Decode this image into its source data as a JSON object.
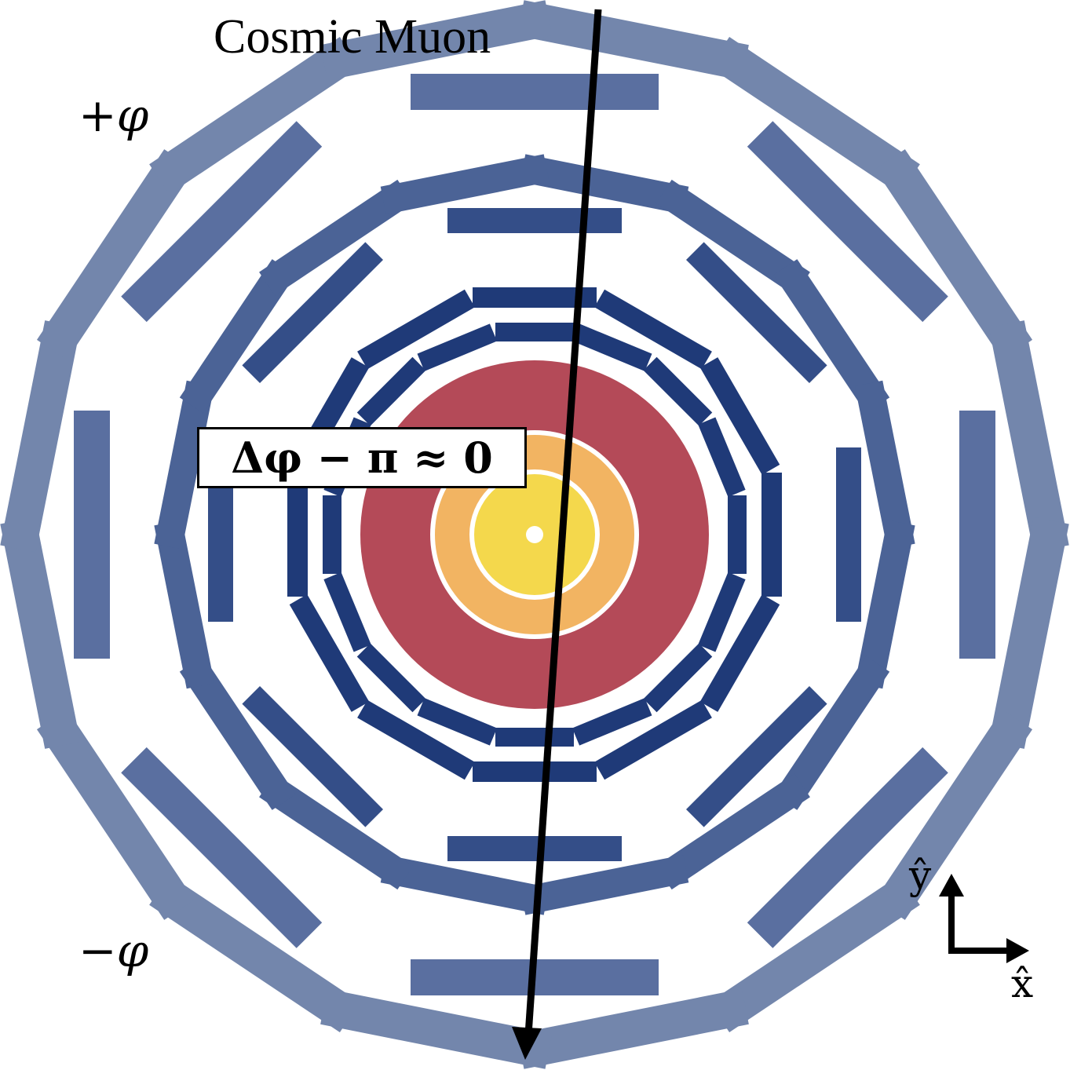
{
  "title": "Cosmic Muon",
  "annotation": "Δφ − π ≈ 0",
  "phi_labels": {
    "plus": "+φ",
    "minus": "−φ"
  },
  "axis_labels": {
    "y": "ŷ",
    "x": "x̂"
  },
  "colors": {
    "ring1": "#1f3a78",
    "ring2": "#344e88",
    "ring3": "#4b6396",
    "ring4": "#5a6fa0",
    "ring5": "#7386ac",
    "calorimeter_outer": "#b44a58",
    "calorimeter_middle": "#f2b462",
    "calorimeter_inner": "#f4d84c",
    "muon_track": "#000000"
  },
  "icons": [
    "muon-arrow-icon",
    "axes-icon"
  ]
}
